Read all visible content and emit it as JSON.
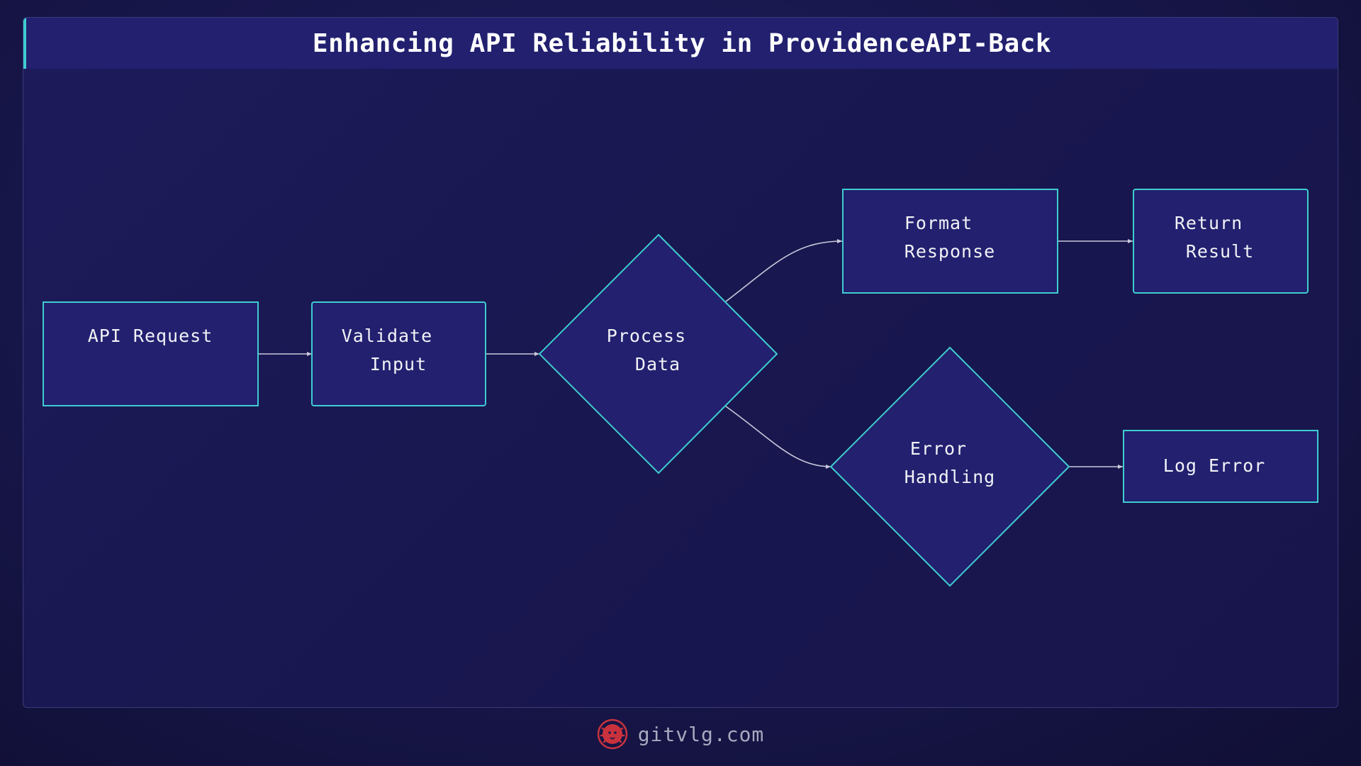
{
  "title": "Enhancing API Reliability in ProvidenceAPI-Back",
  "nodes": {
    "api_request": {
      "lines": [
        "API Request"
      ]
    },
    "validate_input": {
      "lines": [
        "Validate",
        "Input"
      ]
    },
    "process_data": {
      "lines": [
        "Process",
        "Data"
      ]
    },
    "format_response": {
      "lines": [
        "Format",
        "Response"
      ]
    },
    "return_result": {
      "lines": [
        "Return",
        "Result"
      ]
    },
    "error_handling": {
      "lines": [
        "Error",
        "Handling"
      ]
    },
    "log_error": {
      "lines": [
        "Log Error"
      ]
    }
  },
  "footer": {
    "logo_icon": "lion-logo-icon",
    "text": "gitvlg.com"
  },
  "colors": {
    "node_fill": "#22206f",
    "node_stroke": "#3ecdd0",
    "edge": "#c9c9dc",
    "title_bar": "#22206f",
    "accent": "#3ecdd0",
    "logo": "#c9323c"
  }
}
